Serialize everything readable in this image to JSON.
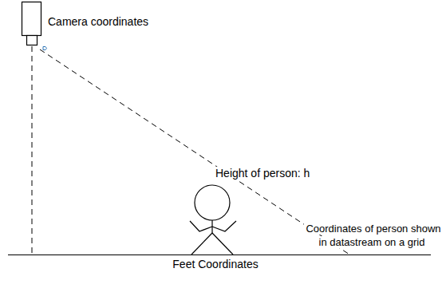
{
  "diagram": {
    "labels": [
      "Camera coordinates",
      "Height of person: h",
      "Coordinates of person shown in datastream on a grid",
      "Feet Coordinates"
    ]
  }
}
